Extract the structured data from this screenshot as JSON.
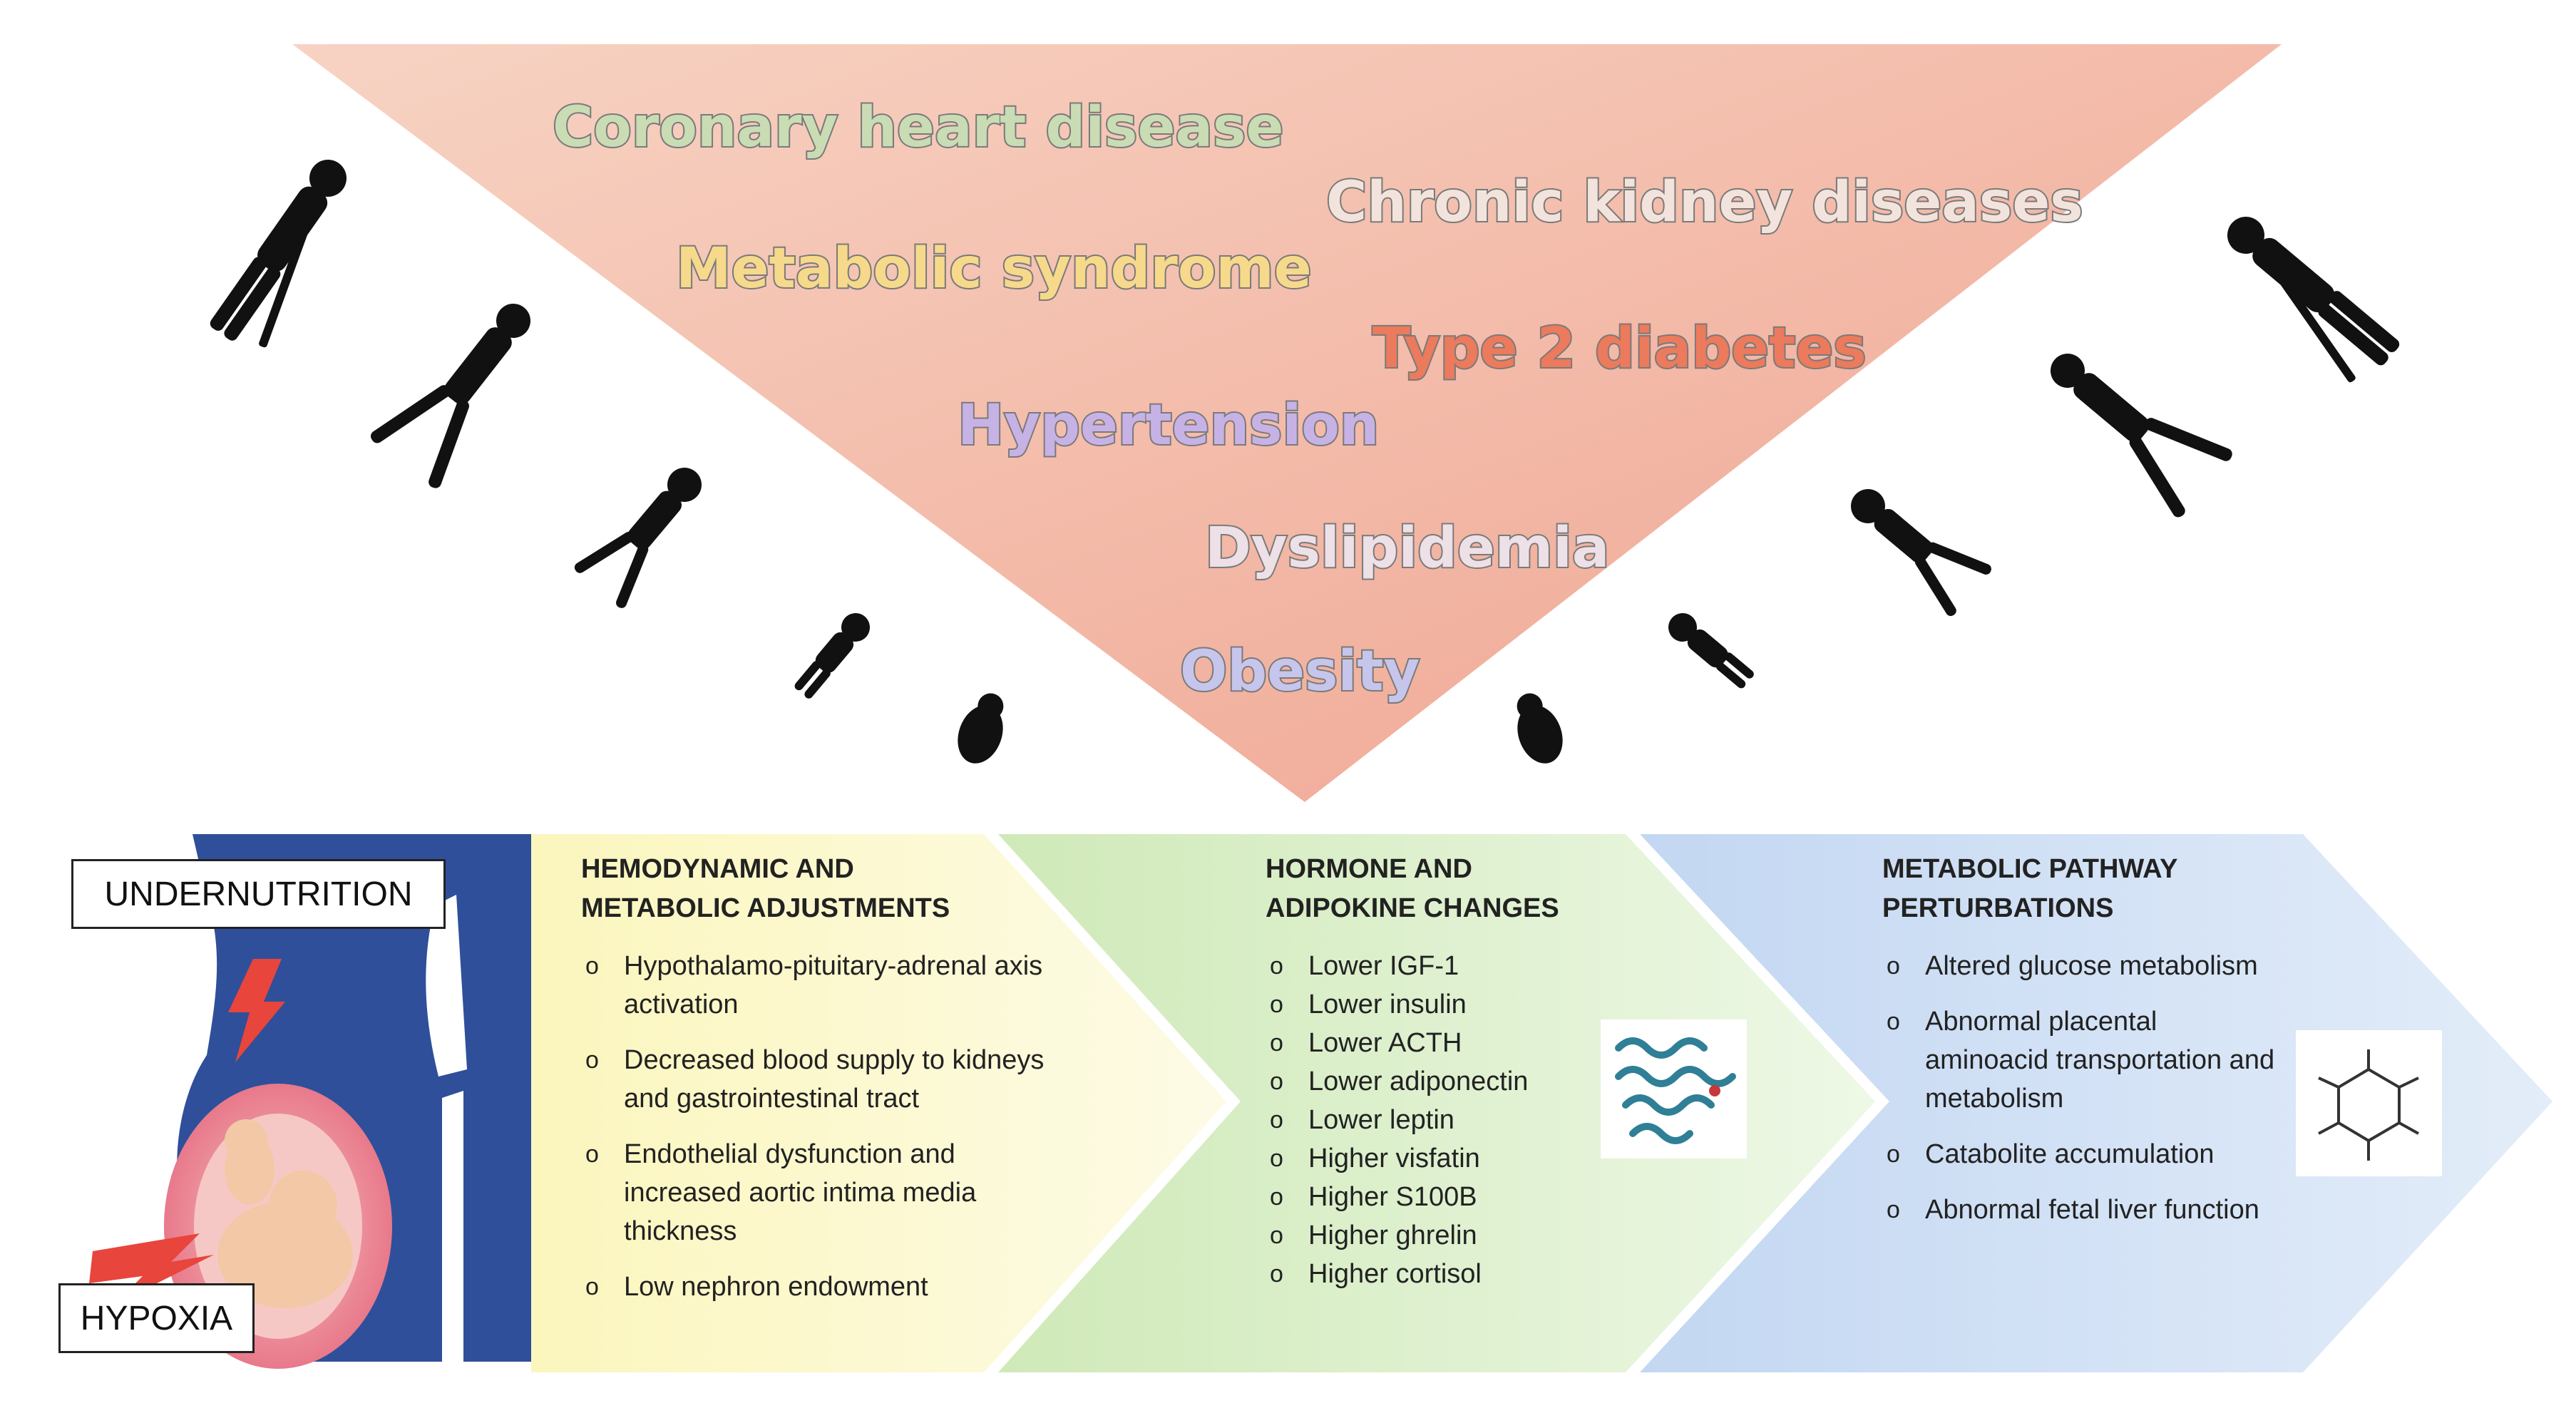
{
  "pyramid": {
    "diseases": [
      {
        "id": "coronary",
        "label": "Coronary heart disease",
        "color": "#c9dcb4"
      },
      {
        "id": "ckd",
        "label": "Chronic kidney diseases",
        "color": "#f2e4dc"
      },
      {
        "id": "metabolic",
        "label": "Metabolic syndrome",
        "color": "#f6d98a"
      },
      {
        "id": "t2d",
        "label": "Type 2 diabetes",
        "color": "#ec7a5c"
      },
      {
        "id": "hypertension",
        "label": "Hypertension",
        "color": "#c7b2e6"
      },
      {
        "id": "dyslipidemia",
        "label": "Dyslipidemia",
        "color": "#ede0e6"
      },
      {
        "id": "obesity",
        "label": "Obesity",
        "color": "#c6c6ec"
      }
    ],
    "fill_top": "#f6cbbb",
    "fill_bottom": "#f0a99a"
  },
  "mother": {
    "undernutrition_label": "UNDERNUTRITION",
    "hypoxia_label": "HYPOXIA",
    "silhouette_color": "#2f4f9a",
    "lightning_color": "#e8453c"
  },
  "panels": [
    {
      "id": "hemodynamic",
      "title_lines": [
        "HEMODYNAMIC AND",
        "METABOLIC ADJUSTMENTS"
      ],
      "items": [
        "Hypothalamo-pituitary-adrenal axis activation",
        "Decreased blood supply to kidneys and gastrointestinal tract",
        "Endothelial dysfunction and increased aortic intima media thickness",
        "Low nephron endowment"
      ],
      "color": "#fbf7c4"
    },
    {
      "id": "hormone",
      "title_lines": [
        "HORMONE AND",
        "ADIPOKINE CHANGES"
      ],
      "items": [
        "Lower IGF-1",
        "Lower insulin",
        "Lower ACTH",
        "Lower adiponectin",
        "Lower leptin",
        "Higher visfatin",
        "Higher S100B",
        "Higher ghrelin",
        "Higher cortisol"
      ],
      "color": "#d9efc6"
    },
    {
      "id": "metabolic-pathway",
      "title_lines": [
        "METABOLIC PATHWAY",
        "PERTURBATIONS"
      ],
      "items": [
        "Altered glucose metabolism",
        "Abnormal placental aminoacid transportation and metabolism",
        "Catabolite accumulation",
        "Abnormal fetal liver function"
      ],
      "color": "#cfe0f5"
    }
  ],
  "icons": {
    "protein": "protein-structure-icon",
    "molecule": "inositol-molecule-icon",
    "life_course": "human-silhouette-icon"
  }
}
